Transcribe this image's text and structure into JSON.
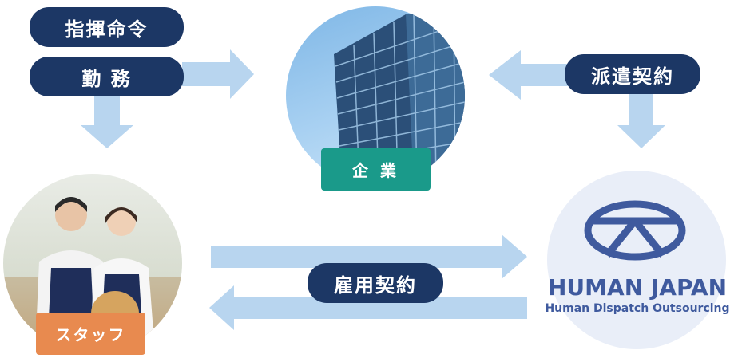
{
  "pills": {
    "command": "指揮命令",
    "work": "勤 務",
    "dispatch_contract": "派遣契約",
    "employment_contract": "雇用契約"
  },
  "tags": {
    "company": "企 業",
    "staff": "スタッフ"
  },
  "logo": {
    "name": "HUMAN JAPAN",
    "tagline": "Human Dispatch Outsourcing"
  },
  "colors": {
    "pill_navy": "#1c3765",
    "arrow_blue": "#b8d5ef",
    "company_tag": "#1a9a8a",
    "staff_tag": "#e88a4f",
    "logo_blue": "#3f5a9e",
    "logo_circle": "#e9eef8"
  },
  "icons": {
    "company_photo": "office-building-image",
    "staff_photo": "staff-people-image",
    "logo_mark": "human-japan-logo-icon"
  }
}
